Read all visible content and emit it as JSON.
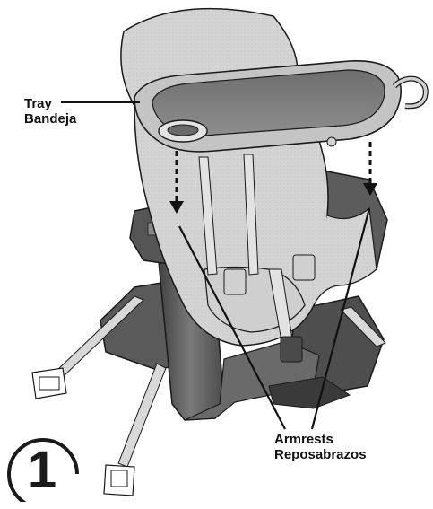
{
  "labels": {
    "tray_en": "Tray",
    "tray_es": "Bandeja",
    "armrests_en": "Armrests",
    "armrests_es": "Reposabrazos"
  },
  "step": {
    "number": "1"
  },
  "colors": {
    "outline": "#1a1a1a",
    "seat_pad": "#d6d6d6",
    "tray_top": "#7f7f7f",
    "frame_dark": "#4a4a4a",
    "frame_mid": "#8a8a8a",
    "strap": "#c8c8c8"
  }
}
